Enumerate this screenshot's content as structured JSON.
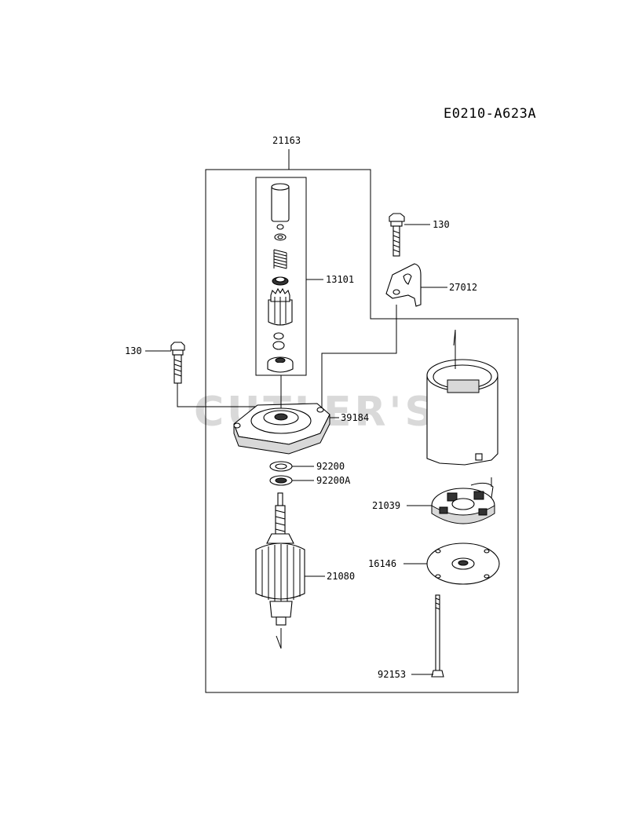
{
  "diagram_code": "E0210-A623A",
  "watermark": "CUTLER'S",
  "parts": {
    "p21163": "21163",
    "p13101": "13101",
    "p130_top": "130",
    "p27012": "27012",
    "p130_left": "130",
    "p39184": "39184",
    "p92200": "92200",
    "p92200A": "92200A",
    "p21080": "21080",
    "p21039": "21039",
    "p16146": "16146",
    "p92153": "92153"
  }
}
